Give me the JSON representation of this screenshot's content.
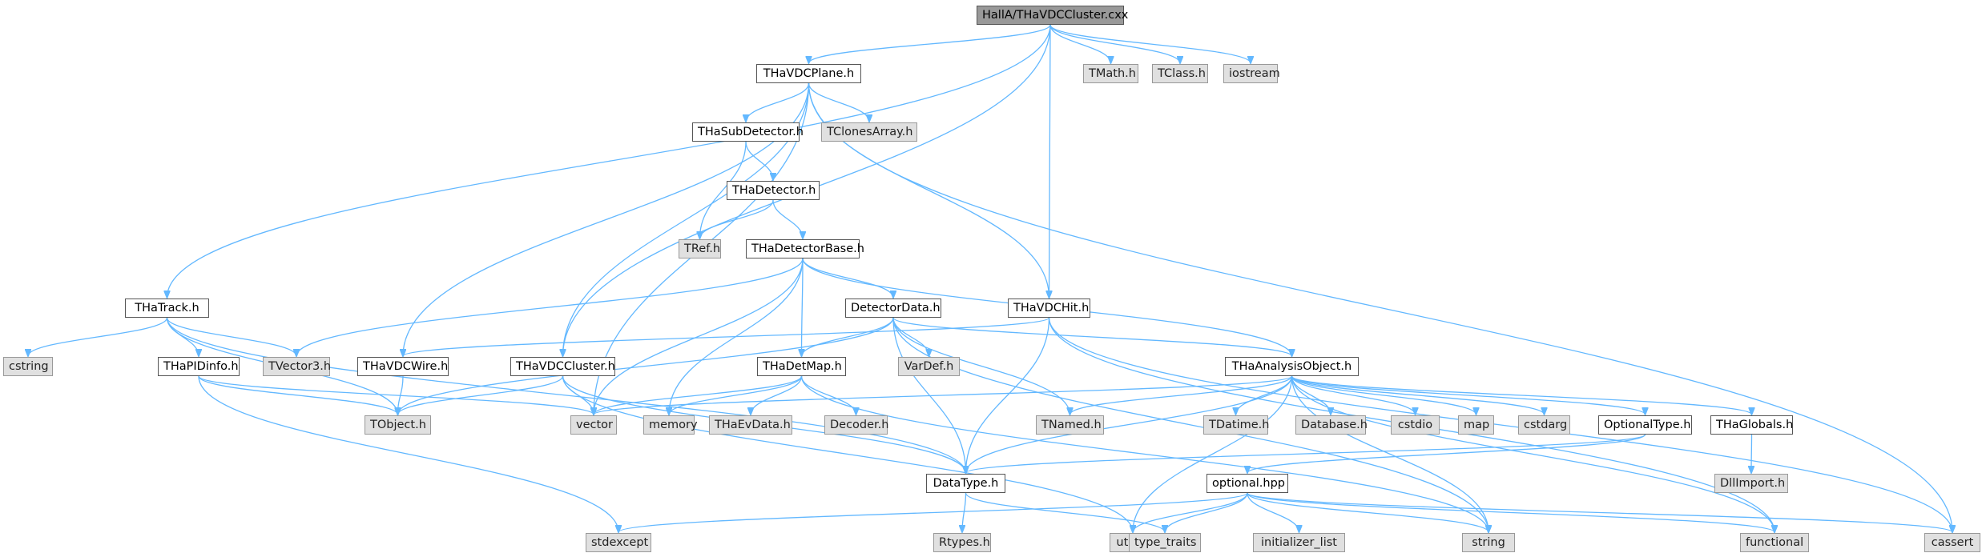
{
  "diagram": {
    "colors": {
      "edge": "#63b8ff",
      "local_fill": "#ffffff",
      "system_fill": "#e0e0e0",
      "root_fill": "#999999"
    },
    "nodes": [
      {
        "id": "root",
        "label": "HallA/THaVDCCluster.cxx",
        "kind": "root"
      },
      {
        "id": "plane",
        "label": "THaVDCPlane.h",
        "kind": "local"
      },
      {
        "id": "tmath",
        "label": "TMath.h",
        "kind": "system"
      },
      {
        "id": "tclass",
        "label": "TClass.h",
        "kind": "system"
      },
      {
        "id": "iostream",
        "label": "iostream",
        "kind": "system"
      },
      {
        "id": "subdet",
        "label": "THaSubDetector.h",
        "kind": "local"
      },
      {
        "id": "tclones",
        "label": "TClonesArray.h",
        "kind": "system"
      },
      {
        "id": "det",
        "label": "THaDetector.h",
        "kind": "local"
      },
      {
        "id": "tref",
        "label": "TRef.h",
        "kind": "system"
      },
      {
        "id": "detbase",
        "label": "THaDetectorBase.h",
        "kind": "local"
      },
      {
        "id": "track",
        "label": "THaTrack.h",
        "kind": "local"
      },
      {
        "id": "detdata",
        "label": "DetectorData.h",
        "kind": "local"
      },
      {
        "id": "vdchit",
        "label": "THaVDCHit.h",
        "kind": "local"
      },
      {
        "id": "cstring",
        "label": "cstring",
        "kind": "system"
      },
      {
        "id": "tvector3",
        "label": "TVector3.h",
        "kind": "system"
      },
      {
        "id": "pidinfo",
        "label": "THaPIDinfo.h",
        "kind": "local"
      },
      {
        "id": "wire",
        "label": "THaVDCWire.h",
        "kind": "local"
      },
      {
        "id": "cluster",
        "label": "THaVDCCluster.h",
        "kind": "local"
      },
      {
        "id": "detmap",
        "label": "THaDetMap.h",
        "kind": "local"
      },
      {
        "id": "vardef",
        "label": "VarDef.h",
        "kind": "system"
      },
      {
        "id": "analobj",
        "label": "THaAnalysisObject.h",
        "kind": "local"
      },
      {
        "id": "tobject",
        "label": "TObject.h",
        "kind": "system"
      },
      {
        "id": "vector",
        "label": "vector",
        "kind": "system"
      },
      {
        "id": "memory",
        "label": "memory",
        "kind": "system"
      },
      {
        "id": "evdata",
        "label": "THaEvData.h",
        "kind": "system"
      },
      {
        "id": "decoder",
        "label": "Decoder.h",
        "kind": "system"
      },
      {
        "id": "tnamed",
        "label": "TNamed.h",
        "kind": "system"
      },
      {
        "id": "tdatime",
        "label": "TDatime.h",
        "kind": "system"
      },
      {
        "id": "database",
        "label": "Database.h",
        "kind": "system"
      },
      {
        "id": "cstdio",
        "label": "cstdio",
        "kind": "system"
      },
      {
        "id": "map",
        "label": "map",
        "kind": "system"
      },
      {
        "id": "cstdarg",
        "label": "cstdarg",
        "kind": "system"
      },
      {
        "id": "opttype",
        "label": "OptionalType.h",
        "kind": "local"
      },
      {
        "id": "globals",
        "label": "THaGlobals.h",
        "kind": "local"
      },
      {
        "id": "datatype",
        "label": "DataType.h",
        "kind": "local"
      },
      {
        "id": "optional",
        "label": "optional.hpp",
        "kind": "local"
      },
      {
        "id": "dllimport",
        "label": "DllImport.h",
        "kind": "system"
      },
      {
        "id": "stdexcept",
        "label": "stdexcept",
        "kind": "system"
      },
      {
        "id": "rtypes",
        "label": "Rtypes.h",
        "kind": "system"
      },
      {
        "id": "utility",
        "label": "utility",
        "kind": "system"
      },
      {
        "id": "typetraits",
        "label": "type_traits",
        "kind": "system"
      },
      {
        "id": "initlist",
        "label": "initializer_list",
        "kind": "system"
      },
      {
        "id": "string",
        "label": "string",
        "kind": "system"
      },
      {
        "id": "functional",
        "label": "functional",
        "kind": "system"
      },
      {
        "id": "cassert",
        "label": "cassert",
        "kind": "system"
      }
    ],
    "edges": [
      [
        "root",
        "plane"
      ],
      [
        "root",
        "tmath"
      ],
      [
        "root",
        "tclass"
      ],
      [
        "root",
        "iostream"
      ],
      [
        "root",
        "track"
      ],
      [
        "root",
        "cluster"
      ],
      [
        "root",
        "vdchit"
      ],
      [
        "plane",
        "subdet"
      ],
      [
        "plane",
        "tclones"
      ],
      [
        "plane",
        "vdchit"
      ],
      [
        "plane",
        "wire"
      ],
      [
        "plane",
        "cluster"
      ],
      [
        "plane",
        "vector"
      ],
      [
        "plane",
        "cassert"
      ],
      [
        "subdet",
        "det"
      ],
      [
        "subdet",
        "tref"
      ],
      [
        "det",
        "tref"
      ],
      [
        "det",
        "detbase"
      ],
      [
        "detbase",
        "detdata"
      ],
      [
        "detbase",
        "detmap"
      ],
      [
        "detbase",
        "analobj"
      ],
      [
        "detbase",
        "tvector3"
      ],
      [
        "detbase",
        "vector"
      ],
      [
        "detbase",
        "memory"
      ],
      [
        "track",
        "cstring"
      ],
      [
        "track",
        "tvector3"
      ],
      [
        "track",
        "pidinfo"
      ],
      [
        "track",
        "tobject"
      ],
      [
        "track",
        "datatype"
      ],
      [
        "pidinfo",
        "tobject"
      ],
      [
        "pidinfo",
        "vector"
      ],
      [
        "pidinfo",
        "stdexcept"
      ],
      [
        "wire",
        "tobject"
      ],
      [
        "cluster",
        "tobject"
      ],
      [
        "cluster",
        "vector"
      ],
      [
        "cluster",
        "datatype"
      ],
      [
        "cluster",
        "utility"
      ],
      [
        "vdchit",
        "wire"
      ],
      [
        "vdchit",
        "datatype"
      ],
      [
        "vdchit",
        "functional"
      ],
      [
        "vdchit",
        "cassert"
      ],
      [
        "detdata",
        "detmap"
      ],
      [
        "detdata",
        "vardef"
      ],
      [
        "detdata",
        "tnamed"
      ],
      [
        "detdata",
        "datatype"
      ],
      [
        "detdata",
        "analobj"
      ],
      [
        "detdata",
        "string"
      ],
      [
        "detdata",
        "tobject"
      ],
      [
        "detmap",
        "vector"
      ],
      [
        "detmap",
        "memory"
      ],
      [
        "detmap",
        "evdata"
      ],
      [
        "detmap",
        "decoder"
      ],
      [
        "detmap",
        "string"
      ],
      [
        "analobj",
        "vector"
      ],
      [
        "analobj",
        "tnamed"
      ],
      [
        "analobj",
        "tdatime"
      ],
      [
        "analobj",
        "database"
      ],
      [
        "analobj",
        "cstdio"
      ],
      [
        "analobj",
        "map"
      ],
      [
        "analobj",
        "cstdarg"
      ],
      [
        "analobj",
        "opttype"
      ],
      [
        "analobj",
        "globals"
      ],
      [
        "analobj",
        "datatype"
      ],
      [
        "analobj",
        "utility"
      ],
      [
        "analobj",
        "string"
      ],
      [
        "analobj",
        "functional"
      ],
      [
        "opttype",
        "optional"
      ],
      [
        "opttype",
        "datatype"
      ],
      [
        "globals",
        "dllimport"
      ],
      [
        "datatype",
        "rtypes"
      ],
      [
        "datatype",
        "typetraits"
      ],
      [
        "optional",
        "stdexcept"
      ],
      [
        "optional",
        "utility"
      ],
      [
        "optional",
        "typetraits"
      ],
      [
        "optional",
        "initlist"
      ],
      [
        "optional",
        "string"
      ],
      [
        "optional",
        "functional"
      ],
      [
        "optional",
        "cassert"
      ]
    ]
  }
}
